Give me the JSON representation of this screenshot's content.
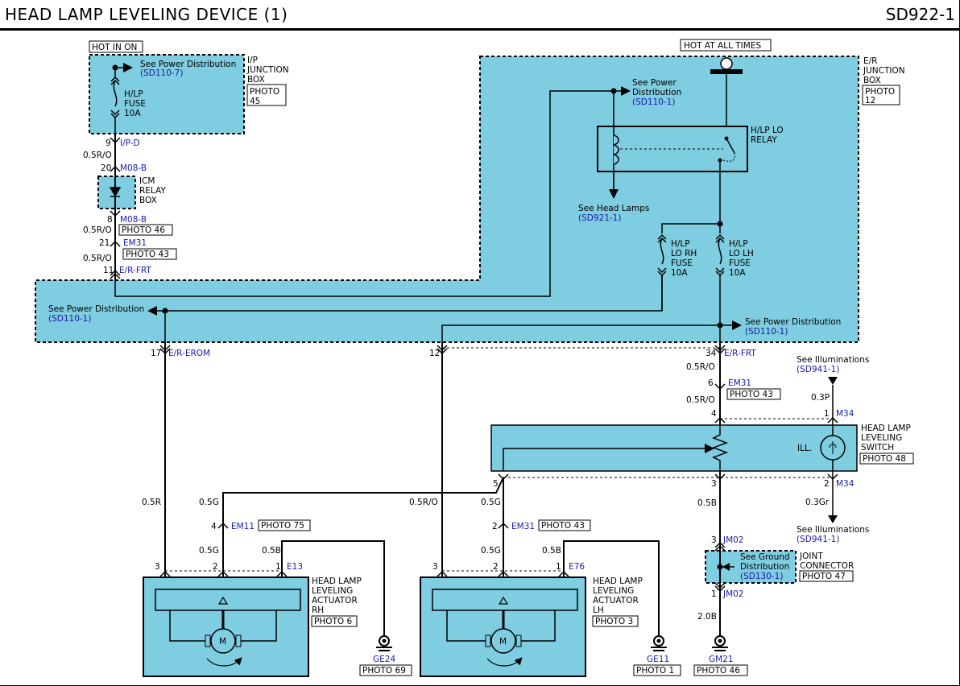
{
  "header": {
    "title": "HEAD LAMP LEVELING DEVICE (1)",
    "code": "SD922-1"
  },
  "hot_in_on": "HOT IN ON",
  "hot_at_all_times": "HOT AT ALL TIMES",
  "ip_box": {
    "see_power": "See Power Distribution",
    "see_power_ref": "(SD110-7)",
    "fuse_l1": "H/LP",
    "fuse_l2": "FUSE",
    "fuse_l3": "10A",
    "name_l1": "I/P",
    "name_l2": "JUNCTION",
    "name_l3": "BOX",
    "photo_l1": "PHOTO",
    "photo_l2": "45"
  },
  "er_box": {
    "name_l1": "E/R",
    "name_l2": "JUNCTION",
    "name_l3": "BOX",
    "photo_l1": "PHOTO",
    "photo_l2": "12",
    "see_power_top_l1": "See Power",
    "see_power_top_l2": "Distribution",
    "see_power_top_ref": "(SD110-1)",
    "relay_l1": "H/LP LO",
    "relay_l2": "RELAY",
    "see_head_lamps": "See Head Lamps",
    "see_head_lamps_ref": "(SD921-1)",
    "rh_fuse_l1": "H/LP",
    "rh_fuse_l2": "LO RH",
    "rh_fuse_l3": "FUSE",
    "rh_fuse_l4": "10A",
    "lh_fuse_l1": "H/LP",
    "lh_fuse_l2": "LO LH",
    "lh_fuse_l3": "FUSE",
    "lh_fuse_l4": "10A",
    "see_power_left": "See Power Distribution",
    "see_power_left_ref": "(SD110-1)",
    "see_power_right": "See Power Distribution",
    "see_power_right_ref": "(SD110-1)"
  },
  "left_chain": {
    "p9": "9",
    "c_ipd": "I/P-D",
    "w1": "0.5R/O",
    "p20": "20",
    "c_m08b_1": "M08-B",
    "icm_l1": "ICM",
    "icm_l2": "RELAY",
    "icm_l3": "BOX",
    "p8": "8",
    "c_m08b_2": "M08-B",
    "w2": "0.5R/O",
    "photo46": "PHOTO 46",
    "p21": "21",
    "c_em31": "EM31",
    "w3": "0.5R/O",
    "photo43": "PHOTO 43",
    "p11": "11",
    "c_erfrt": "E/R-FRT"
  },
  "bottom_left": {
    "p17": "17",
    "c_erom": "E/R-EROM",
    "p12": "12"
  },
  "right_chain": {
    "p34": "34",
    "c_erfrt": "E/R-FRT",
    "w1": "0.5R/O",
    "p6": "6",
    "c_em31": "EM31",
    "w2": "0.5R/O",
    "photo43": "PHOTO 43",
    "p4": "4",
    "p1": "1",
    "c_m34_top": "M34",
    "see_illum_top": "See Illuminations",
    "see_illum_top_ref": "(SD941-1)",
    "w_03p": "0.3P",
    "switch_l1": "HEAD LAMP",
    "switch_l2": "LEVELING",
    "switch_l3": "SWITCH",
    "switch_photo": "PHOTO 48",
    "ill": "ILL.",
    "p5": "5",
    "p3": "3",
    "p2": "2",
    "c_m34_bot": "M34",
    "w_03gr": "0.3Gr",
    "see_illum_bot": "See Illuminations",
    "see_illum_bot_ref": "(SD941-1)",
    "w_05b": "0.5B",
    "p3j": "3",
    "c_jm02_top": "JM02",
    "ground_l1": "See Ground",
    "ground_l2": "Distribution",
    "ground_ref": "(SD130-1)",
    "joint_l1": "JOINT",
    "joint_l2": "CONNECTOR",
    "joint_photo": "PHOTO 47",
    "p1j": "1",
    "c_jm02_bot": "JM02",
    "w_20b": "2.0B",
    "gm21": "GM21",
    "gm21_photo": "PHOTO 46"
  },
  "rh_actuator": {
    "w_05r": "0.5R",
    "w_05g_a": "0.5G",
    "p4": "4",
    "c_em11": "EM11",
    "photo75": "PHOTO 75",
    "w_05g_b": "0.5G",
    "w_05b": "0.5B",
    "p3": "3",
    "p2": "2",
    "p1": "1",
    "c_e13": "E13",
    "name_l1": "HEAD LAMP",
    "name_l2": "LEVELING",
    "name_l3": "ACTUATOR",
    "name_l4": "RH",
    "photo": "PHOTO 6",
    "motor": "M",
    "ge24": "GE24",
    "ge24_photo": "PHOTO 69"
  },
  "lh_actuator": {
    "w_05ro": "0.5R/O",
    "w_05g_a": "0.5G",
    "p2": "2",
    "c_em31": "EM31",
    "photo43": "PHOTO 43",
    "w_05g_b": "0.5G",
    "w_05b": "0.5B",
    "p3": "3",
    "p2b": "2",
    "p1": "1",
    "c_e76": "E76",
    "name_l1": "HEAD LAMP",
    "name_l2": "LEVELING",
    "name_l3": "ACTUATOR",
    "name_l4": "LH",
    "photo": "PHOTO 3",
    "motor": "M",
    "ge11": "GE11",
    "ge11_photo": "PHOTO 1"
  },
  "colors": {
    "box_fill": "#7ecde0",
    "wire": "#000000",
    "link": "#1a1aa8"
  }
}
